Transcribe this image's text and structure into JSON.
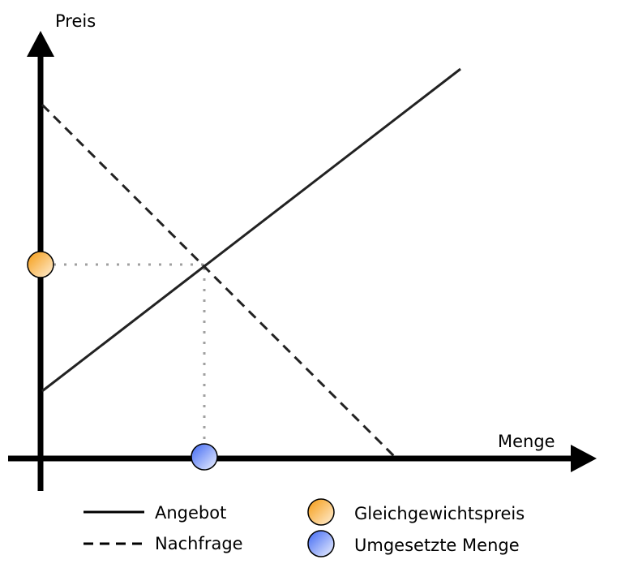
{
  "axes": {
    "y_label": "Preis",
    "x_label": "Menge"
  },
  "legend": {
    "supply": "Angebot",
    "demand": "Nachfrage",
    "equilibrium_price": "Gleichgewichtspreis",
    "traded_quantity": "Umgesetzte Menge"
  },
  "colors": {
    "orange": "#f7a21b",
    "blue": "#4a72f5",
    "line": "#222222",
    "guide": "#a0a0a0"
  }
}
